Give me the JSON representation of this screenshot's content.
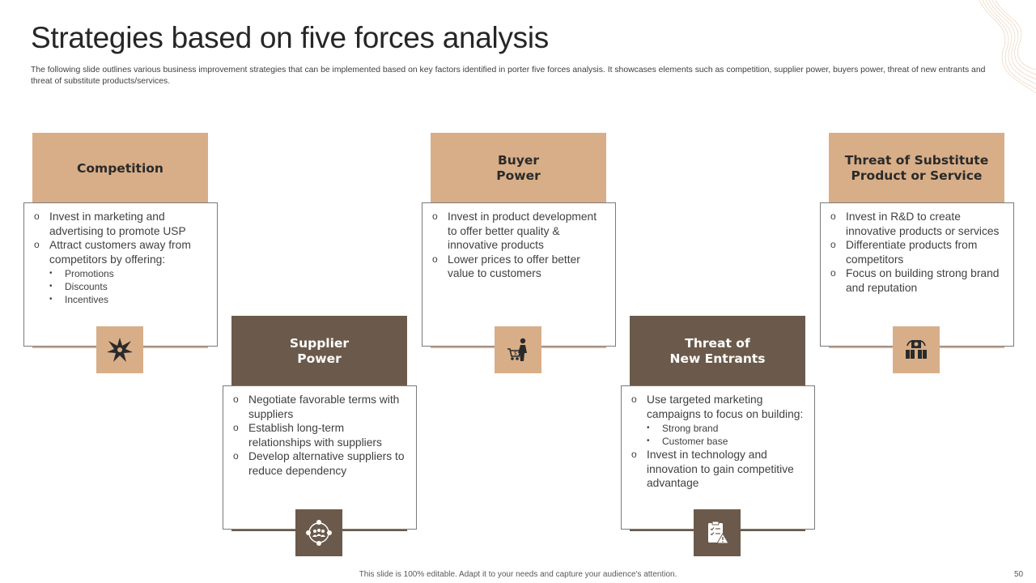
{
  "title": "Strategies based on five forces analysis",
  "subtitle": "The following slide outlines various business improvement strategies that can be implemented based on key factors identified in porter five forces analysis. It showcases elements such as competition, supplier power, buyers power, threat of new entrants and threat of substitute products/services.",
  "cards": [
    {
      "heading_lines": [
        "Competition"
      ],
      "icon": "starburst-arrows-icon",
      "points": [
        {
          "text": "Invest in marketing and advertising to promote USP"
        },
        {
          "text": "Attract customers away from competitors by offering:",
          "sub": [
            "Promotions",
            "Discounts",
            "Incentives"
          ]
        }
      ]
    },
    {
      "heading_lines": [
        "Supplier",
        "Power"
      ],
      "icon": "network-people-icon",
      "points": [
        {
          "text": "Negotiate favorable terms with suppliers"
        },
        {
          "text": "Establish long-term relationships with suppliers"
        },
        {
          "text": "Develop alternative suppliers to reduce dependency"
        }
      ]
    },
    {
      "heading_lines": [
        "Buyer",
        "Power"
      ],
      "icon": "shopper-cart-icon",
      "points": [
        {
          "text": "Invest in product development to offer better quality & innovative products"
        },
        {
          "text": "Lower prices to offer better value to customers"
        }
      ]
    },
    {
      "heading_lines": [
        "Threat of",
        "New Entrants"
      ],
      "icon": "clipboard-warning-icon",
      "points": [
        {
          "text": "Use targeted marketing campaigns to focus on building:",
          "sub": [
            "Strong brand",
            "Customer base"
          ]
        },
        {
          "text": "Invest in technology and innovation to gain competitive advantage"
        }
      ]
    },
    {
      "heading_lines": [
        "Threat of Substitute",
        "Product or Service"
      ],
      "icon": "boxes-exchange-icon",
      "points": [
        {
          "text": "Invest in R&D to create innovative products or services"
        },
        {
          "text": "Differentiate products from competitors"
        },
        {
          "text": "Focus on building strong brand and reputation"
        }
      ]
    }
  ],
  "footer": "This slide is 100% editable. Adapt it to your needs and capture your audience's attention.",
  "page_number": "50",
  "colors": {
    "light_accent": "#d8ae88",
    "dark_accent": "#6b5a4b"
  }
}
